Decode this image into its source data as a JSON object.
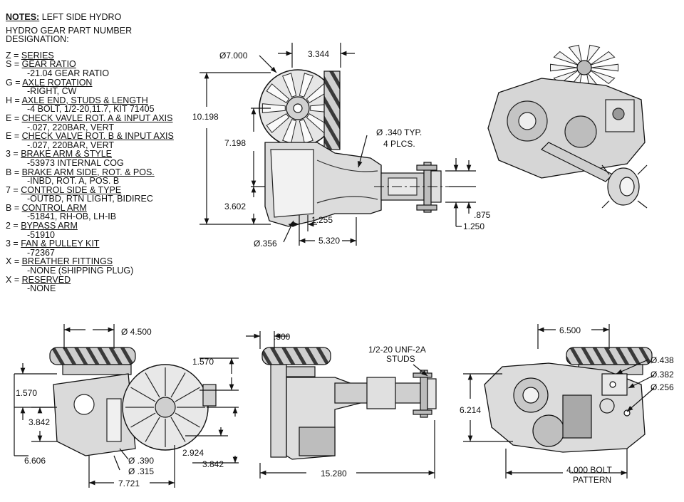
{
  "notes": {
    "title": "NOTES:",
    "title_suffix": " LEFT SIDE HYDRO",
    "designation": [
      "HYDRO GEAR PART NUMBER",
      "DESIGNATION:"
    ],
    "items": [
      {
        "code": "Z",
        "label": "SERIES",
        "details": []
      },
      {
        "code": "S",
        "label": "GEAR RATIO",
        "details": [
          "-21.04 GEAR RATIO"
        ]
      },
      {
        "code": "G",
        "label": "AXLE ROTATION",
        "details": [
          "-RIGHT, CW"
        ]
      },
      {
        "code": "H",
        "label": "AXLE END, STUDS & LENGTH",
        "details": [
          "-4 BOLT, 1/2-20,11.7, KIT 71405"
        ]
      },
      {
        "code": "E",
        "label": "CHECK VAVLE ROT. A & INPUT AXIS",
        "details": [
          "-.027, 220BAR, VERT"
        ]
      },
      {
        "code": "E",
        "label": "CHECK VALVE ROT. B & INPUT AXIS",
        "details": [
          "-.027, 220BAR, VERT"
        ]
      },
      {
        "code": "3",
        "label": "BRAKE ARM & STYLE",
        "details": [
          "-53973 INTERNAL COG"
        ]
      },
      {
        "code": "B",
        "label": "BRAKE ARM SIDE, ROT. & POS.",
        "details": [
          "-INBD, ROT. A, POS. B"
        ]
      },
      {
        "code": "7",
        "label": "CONTROL SIDE & TYPE",
        "details": [
          "-OUTBD, RTN LIGHT, BIDIREC"
        ]
      },
      {
        "code": "B",
        "label": "CONTROL ARM",
        "details": [
          "-51841, RH-OB, LH-IB"
        ]
      },
      {
        "code": "2",
        "label": "BYPASS ARM",
        "details": [
          "-51910"
        ]
      },
      {
        "code": "3",
        "label": "FAN & PULLEY KIT",
        "details": [
          "-72367"
        ]
      },
      {
        "code": "X",
        "label": "BREATHER FITTINGS",
        "details": [
          "-NONE (SHIPPING PLUG)"
        ]
      },
      {
        "code": "X",
        "label": "RESERVED",
        "details": [
          "-NONE"
        ]
      }
    ]
  },
  "dims": {
    "top_fan_dia": "7.000",
    "top_width": "3.344",
    "top_height": "10.198",
    "top_mid": "7.198",
    "top_low": "3.602",
    "stud_dia": ".340 TYP.",
    "stud_count": "4 PLCS.",
    "hub_offset": "1.255",
    "hub_875": ".875",
    "hub_1250": "1.250",
    "hole_356": ".356",
    "axle_5320": "5.320",
    "front_dia_4500": "4.500",
    "front_1570a": "1.570",
    "front_1570b": "1.570",
    "front_3842a": "3.842",
    "front_6606": "6.606",
    "front_2924": "2.924",
    "front_3842b": "3.842",
    "front_390": ".390",
    "front_315": ".315",
    "front_7721": "7.721",
    "side_300": ".300",
    "side_studs": [
      "1/2-20 UNF-2A",
      "STUDS"
    ],
    "side_15280": "15.280",
    "back_6500": "6.500",
    "back_438": ".438",
    "back_382": ".382",
    "back_256": ".256",
    "back_6214": "6.214",
    "back_bolt": [
      "4.000 BOLT",
      "PATTERN"
    ]
  }
}
